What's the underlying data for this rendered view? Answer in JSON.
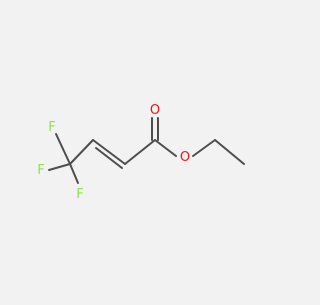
{
  "molecule": {
    "colors": {
      "background": "#f2f2f2",
      "bond": "#4d4d4d",
      "oxygen": "#ff0d0d",
      "fluorine": "#90e050"
    },
    "atoms": [
      {
        "id": "F1",
        "label": "F"
      },
      {
        "id": "F2",
        "label": "F"
      },
      {
        "id": "F3",
        "label": "F"
      },
      {
        "id": "O1",
        "label": "O"
      },
      {
        "id": "O2",
        "label": "O"
      }
    ]
  }
}
